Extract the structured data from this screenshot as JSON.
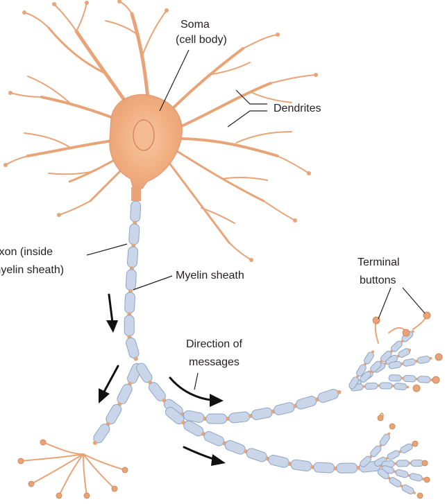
{
  "labels": {
    "soma_line1": "Soma",
    "soma_line2": "(cell body)",
    "dendrites": "Dendrites",
    "axon_line1": "Axon (inside",
    "axon_line2": "myelin sheath)",
    "myelin": "Myelin sheath",
    "terminal_line1": "Terminal",
    "terminal_line2": "buttons",
    "direction_line1": "Direction of",
    "direction_line2": "messages"
  },
  "colors": {
    "dendrite": "#e8a477",
    "soma": "#f2b489",
    "myelin": "#c9d6ea",
    "myelin_outline": "#8fa3c2",
    "node": "#e8a477",
    "arrow": "#111111",
    "text": "#231f20"
  }
}
